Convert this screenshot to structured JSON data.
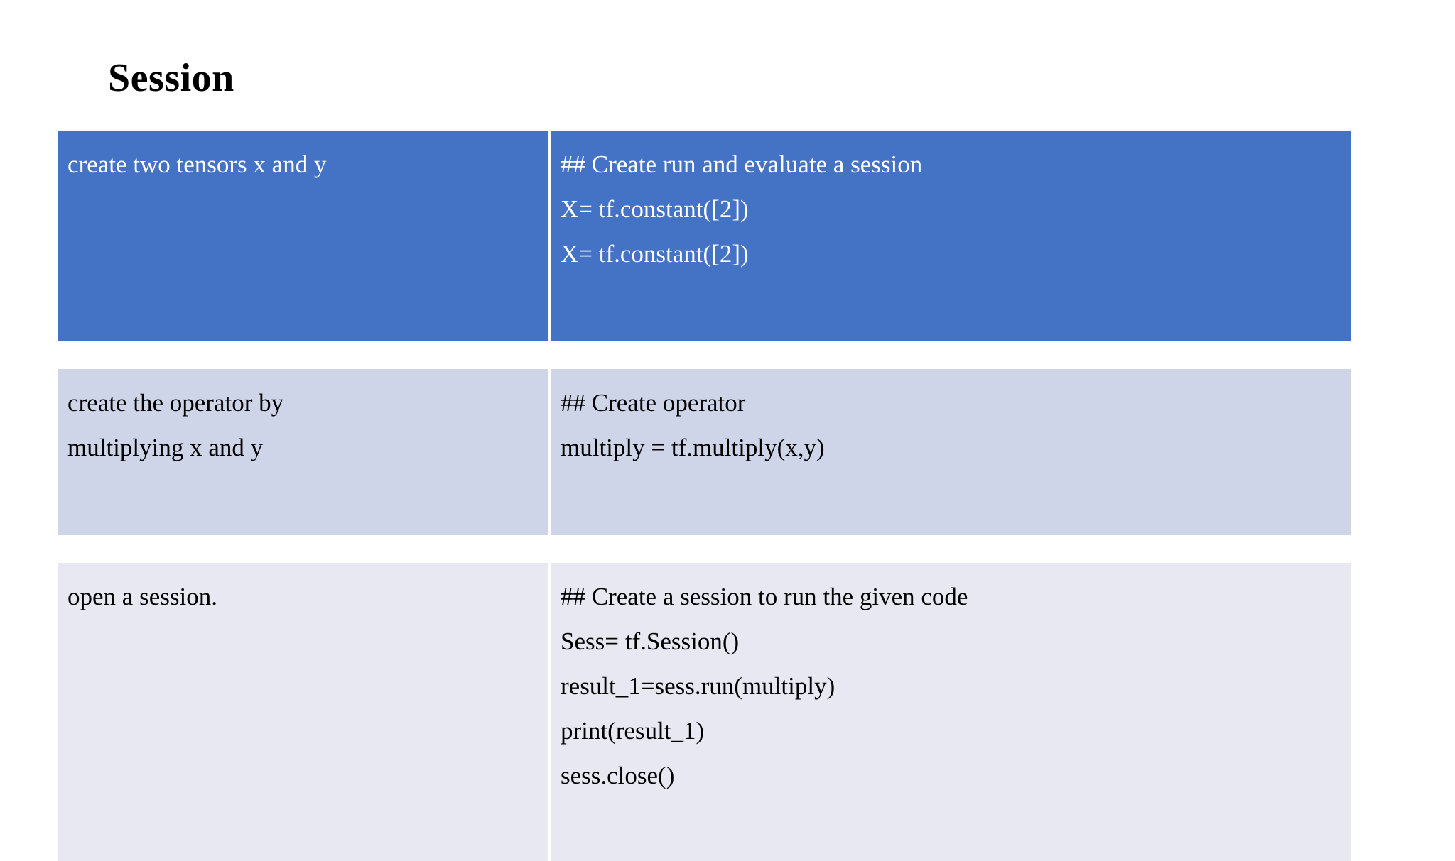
{
  "slide": {
    "title": "Session",
    "background_color": "#FFFFFF"
  },
  "colors": {
    "accent_blue": "#4472C4",
    "row_mid": "#CFD5E9",
    "row_light": "#E7E8F2",
    "text_on_blue": "#FFFFFF",
    "text_dark": "#000000",
    "divider": "#FFFFFF"
  },
  "table": {
    "rows": [
      {
        "style": "blue",
        "description": "create two tensors x and y",
        "code_lines": [
          "## Create run and evaluate a session",
          "X= tf.constant([2])",
          "X= tf.constant([2])"
        ]
      },
      {
        "style": "mid",
        "description_lines": [
          "create the operator by",
          "multiplying x and y"
        ],
        "description": "create the operator by multiplying x and y",
        "code_lines": [
          "## Create operator",
          "multiply = tf.multiply(x,y)"
        ]
      },
      {
        "style": "light",
        "description": "open a session.",
        "code_lines": [
          "## Create a session to run the given code",
          "Sess= tf.Session()",
          "result_1=sess.run(multiply)",
          "print(result_1)",
          "sess.close()"
        ]
      }
    ]
  }
}
